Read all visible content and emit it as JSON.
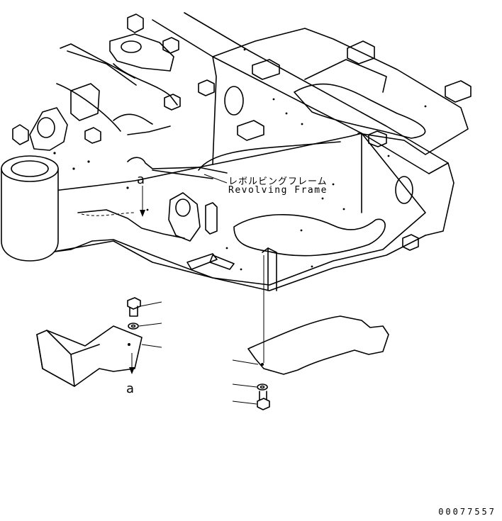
{
  "labels": {
    "part_name_jp": "レボルビングフレーム",
    "part_name_en": "Revolving Frame",
    "ref_upper": "a",
    "ref_lower": "a",
    "drawing_code": "00077557"
  },
  "colors": {
    "line": "#000000",
    "background": "#ffffff"
  }
}
